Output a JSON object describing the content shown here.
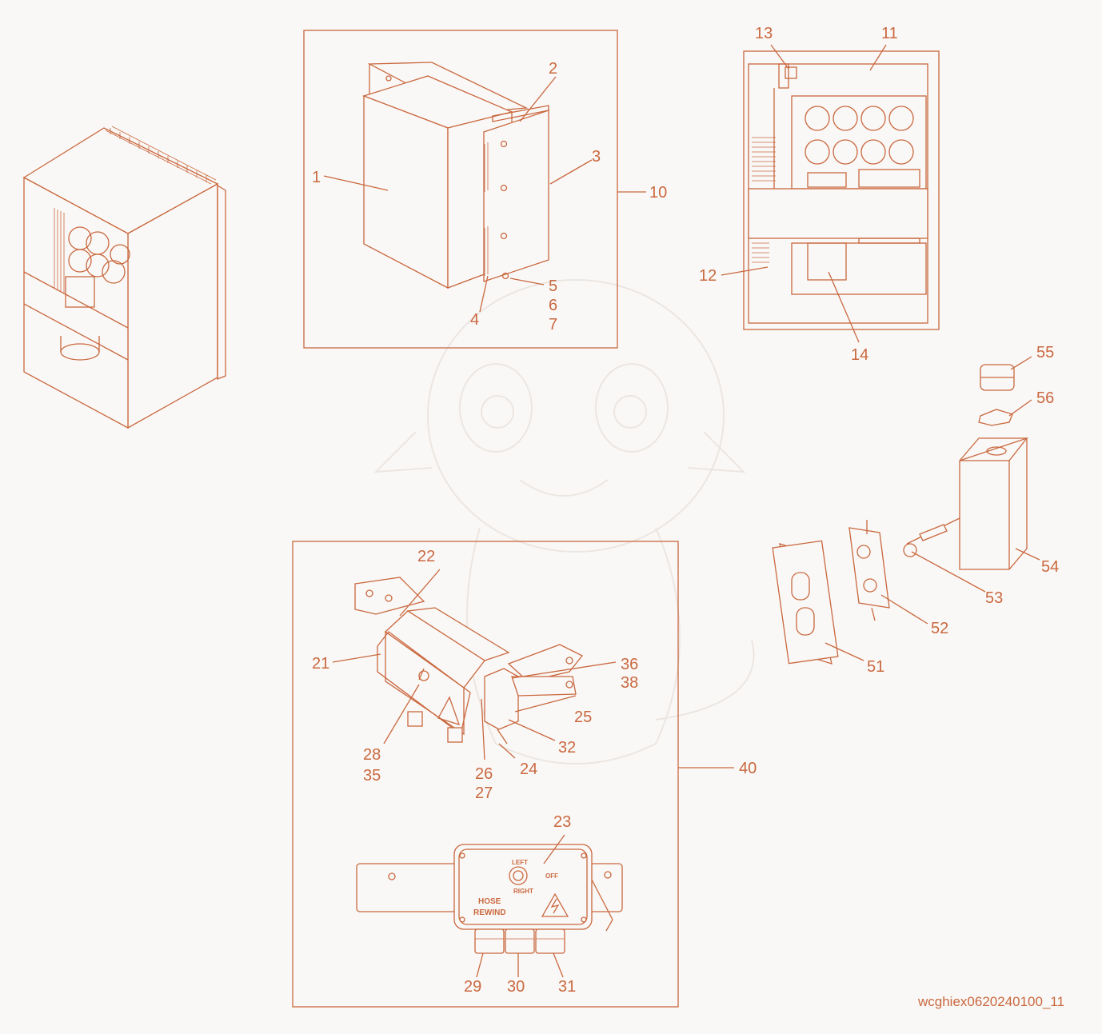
{
  "callouts": {
    "c1": "1",
    "c2": "2",
    "c3": "3",
    "c4": "4",
    "c5": "5",
    "c6": "6",
    "c7": "7",
    "c10": "10",
    "c11": "11",
    "c12": "12",
    "c13": "13",
    "c14": "14",
    "c21": "21",
    "c22": "22",
    "c23": "23",
    "c24": "24",
    "c25": "25",
    "c26": "26",
    "c27": "27",
    "c28": "28",
    "c29": "29",
    "c30": "30",
    "c31": "31",
    "c32": "32",
    "c35": "35",
    "c36": "36",
    "c38": "38",
    "c40": "40",
    "c51": "51",
    "c52": "52",
    "c53": "53",
    "c54": "54",
    "c55": "55",
    "c56": "56"
  },
  "switch_labels": {
    "hose": "HOSE",
    "rewind": "REWIND",
    "left": "LEFT",
    "right": "RIGHT",
    "off": "OFF"
  },
  "drawing_ref": "wcghiex0620240100_11",
  "colors": {
    "line": "#c9683f",
    "background": "#faf8f6",
    "watermark": "#ece6e2"
  }
}
